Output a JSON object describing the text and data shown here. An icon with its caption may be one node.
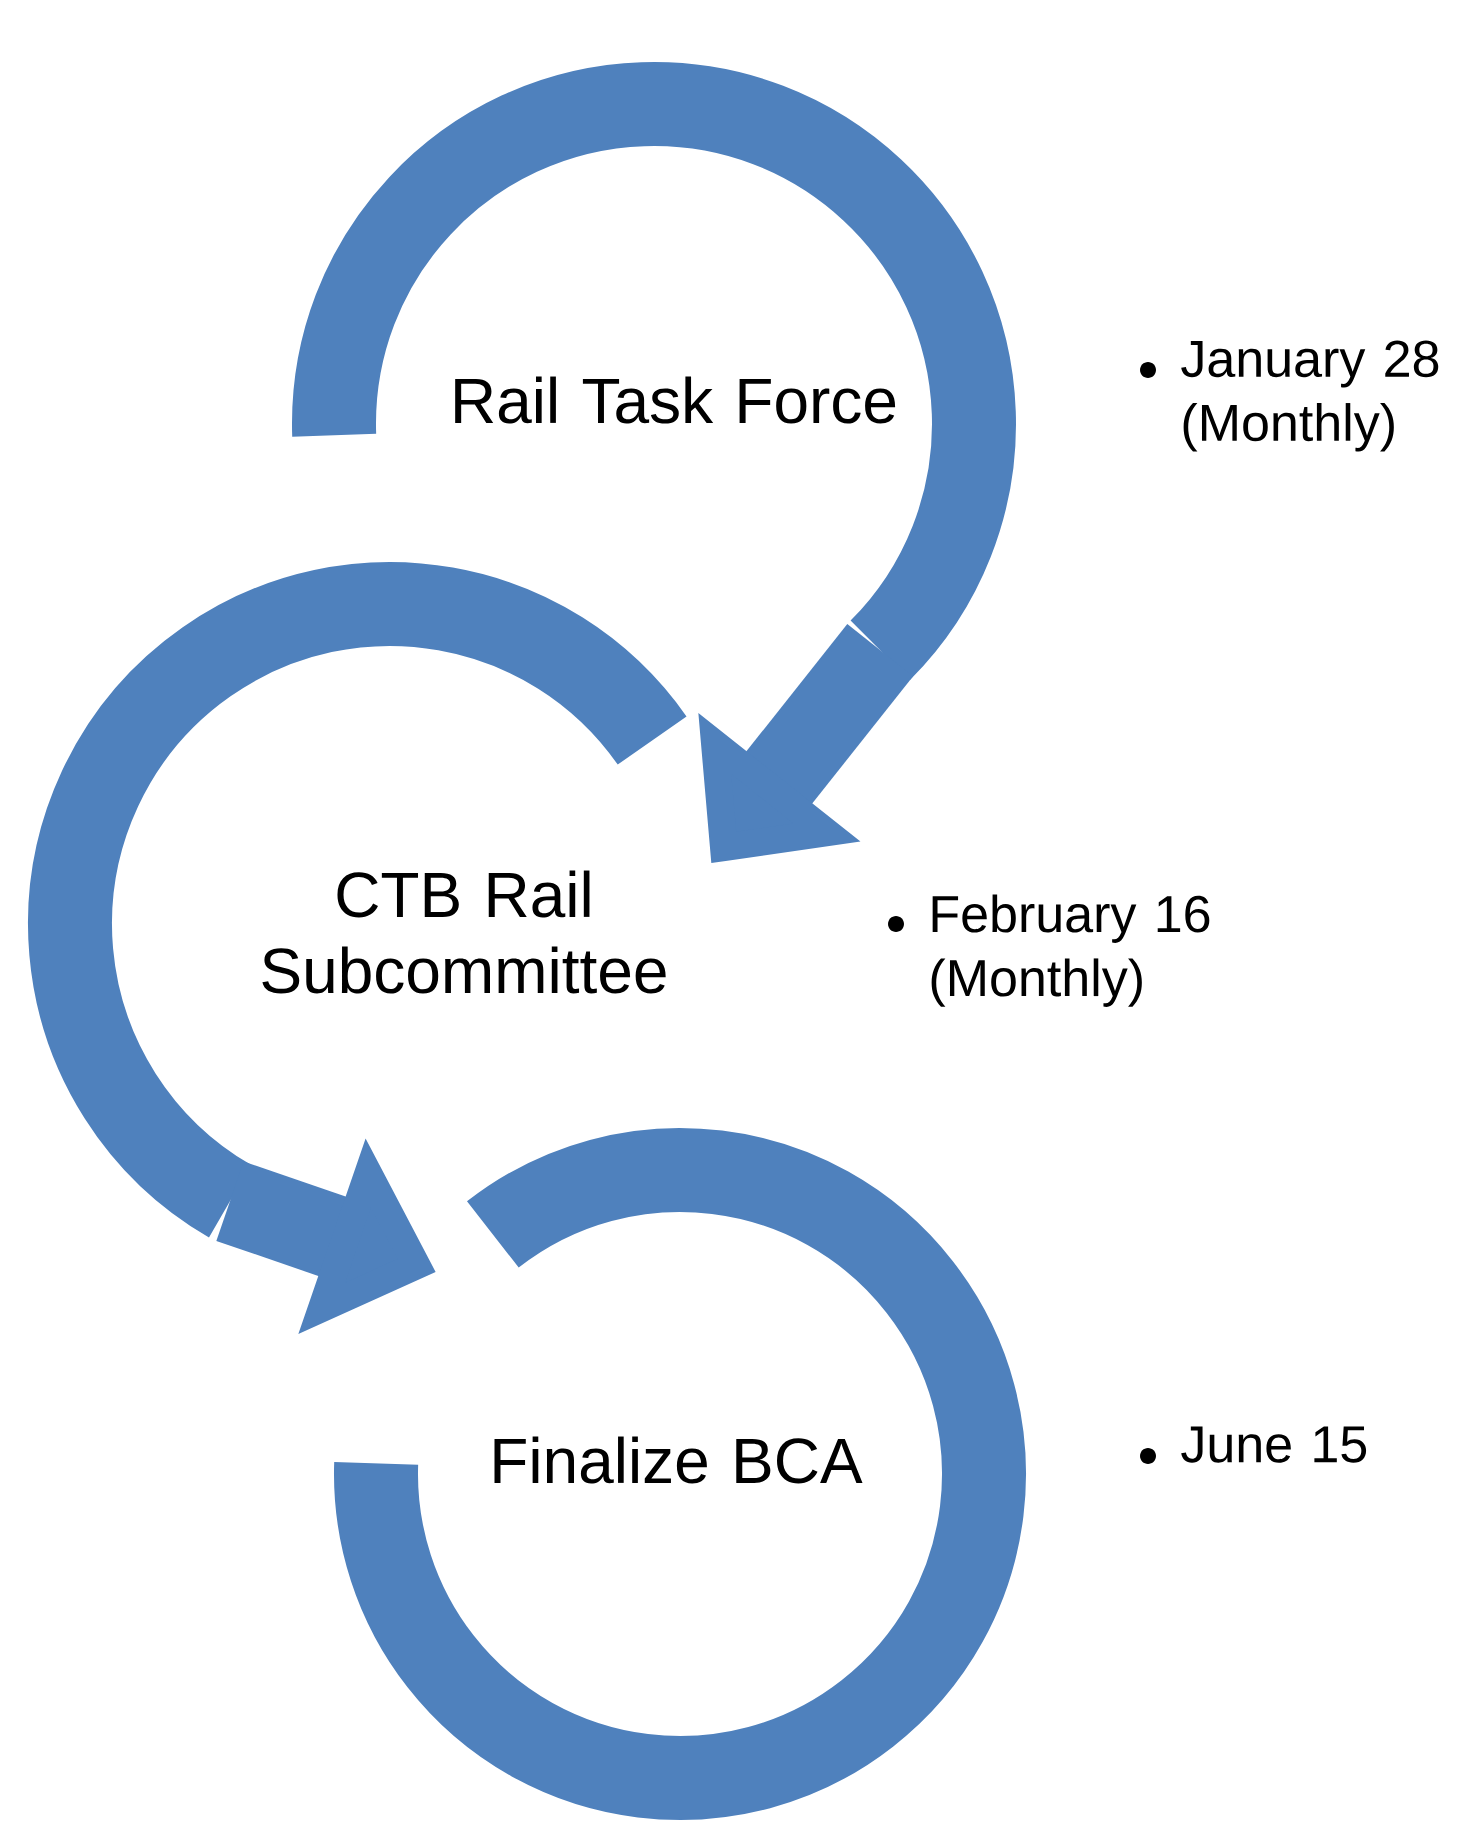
{
  "diagram": {
    "nodes": [
      {
        "text": [
          "Rail Task Force"
        ]
      },
      {
        "text": [
          "CTB Rail Subcommittee"
        ]
      },
      {
        "text": [
          "Finalize BCA"
        ]
      }
    ],
    "edges": [
      {
        "from": 0,
        "to": 1,
        "arrow": "to"
      },
      {
        "from": 1,
        "to": 2,
        "arrow": "to"
      }
    ],
    "labels": [
      "January 28 (Monthly)",
      "February 16 (Monthly)",
      "June 15"
    ]
  }
}
